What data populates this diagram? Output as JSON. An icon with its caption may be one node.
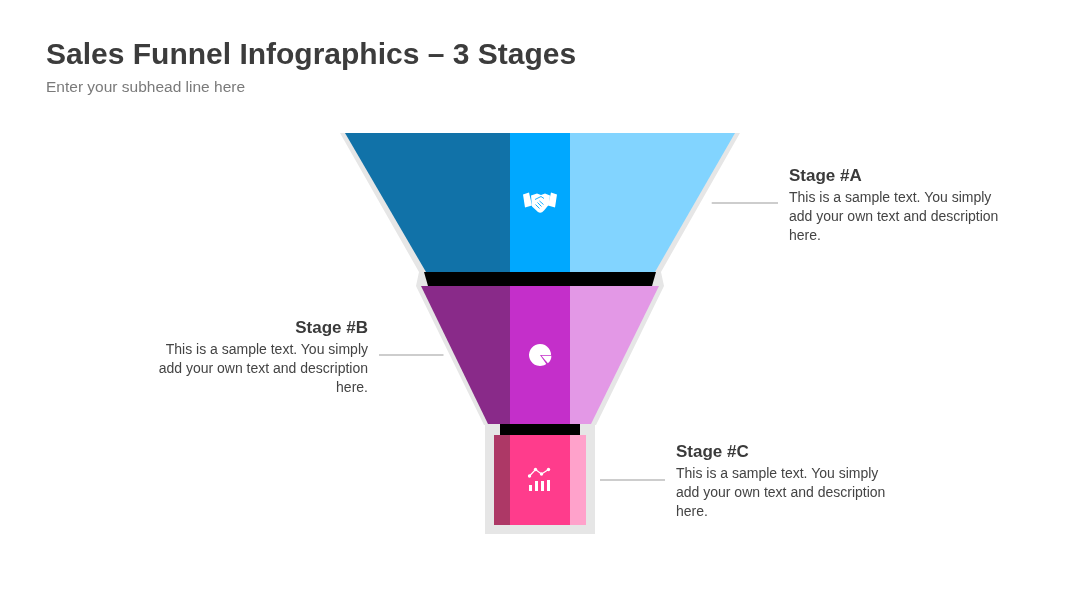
{
  "diagram": {
    "title": "Sales Funnel Infographics – 3 Stages",
    "nodes": [
      {
        "text": [],
        "shape": "trapezoid"
      },
      {
        "text": [
          "Stage #A",
          "This is a sample text. You simply add your own text and description here."
        ]
      },
      {
        "text": [
          "Stage #B",
          "This is a sample text. You simply add your own text and description here."
        ]
      },
      {
        "text": [],
        "shape": "trapezoid"
      },
      {
        "text": [
          "Stage #C",
          "This is a sample text. You simply add your own text and description here."
        ]
      },
      {
        "text": [],
        "shape": "box"
      }
    ],
    "edges": [
      {
        "from": 1,
        "to": 0,
        "arrow": "none"
      },
      {
        "from": 2,
        "to": 3,
        "arrow": "none"
      },
      {
        "from": 4,
        "to": 5,
        "arrow": "none"
      }
    ],
    "labels": [
      "Enter your subhead line here"
    ]
  }
}
